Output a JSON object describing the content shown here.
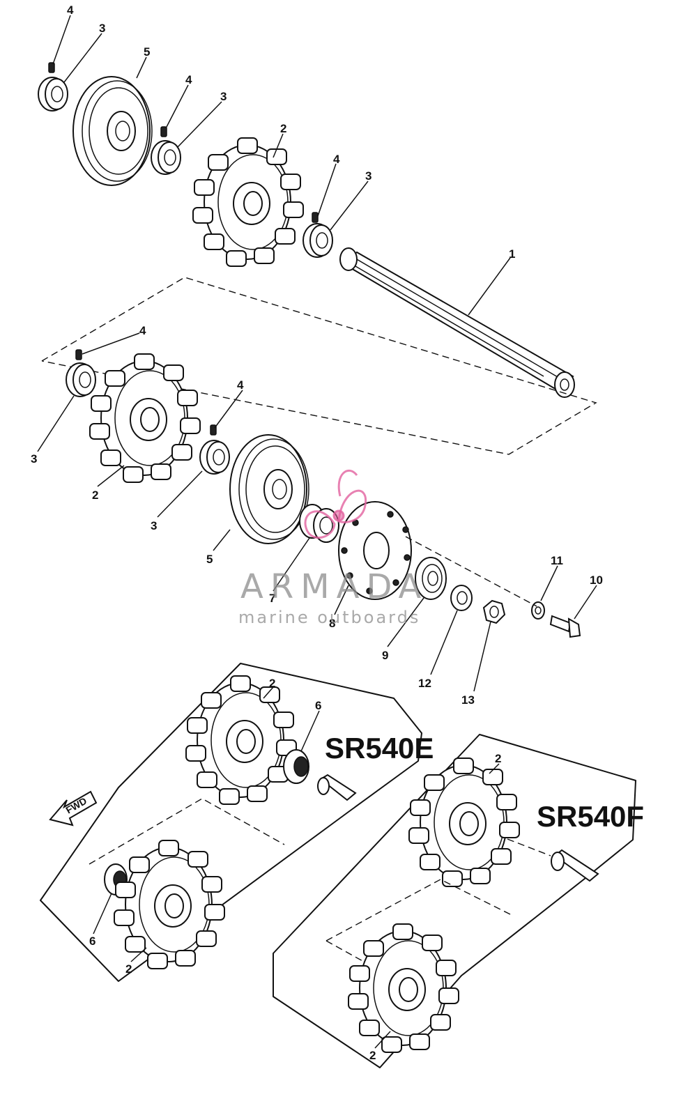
{
  "callouts": [
    {
      "id": "c-4a",
      "label": "4"
    },
    {
      "id": "c-3a",
      "label": "3"
    },
    {
      "id": "c-5a",
      "label": "5"
    },
    {
      "id": "c-4b",
      "label": "4"
    },
    {
      "id": "c-3b",
      "label": "3"
    },
    {
      "id": "c-2a",
      "label": "2"
    },
    {
      "id": "c-4c",
      "label": "4"
    },
    {
      "id": "c-3c",
      "label": "3"
    },
    {
      "id": "c-1",
      "label": "1"
    },
    {
      "id": "c-4d",
      "label": "4"
    },
    {
      "id": "c-3d",
      "label": "3"
    },
    {
      "id": "c-2b",
      "label": "2"
    },
    {
      "id": "c-4e",
      "label": "4"
    },
    {
      "id": "c-3e",
      "label": "3"
    },
    {
      "id": "c-5b",
      "label": "5"
    },
    {
      "id": "c-7",
      "label": "7"
    },
    {
      "id": "c-8",
      "label": "8"
    },
    {
      "id": "c-9",
      "label": "9"
    },
    {
      "id": "c-12",
      "label": "12"
    },
    {
      "id": "c-13",
      "label": "13"
    },
    {
      "id": "c-11",
      "label": "11"
    },
    {
      "id": "c-10",
      "label": "10"
    },
    {
      "id": "c-2c",
      "label": "2"
    },
    {
      "id": "c-6a",
      "label": "6"
    },
    {
      "id": "c-6b",
      "label": "6"
    },
    {
      "id": "c-2d",
      "label": "2"
    },
    {
      "id": "c-2e",
      "label": "2"
    },
    {
      "id": "c-2f",
      "label": "2"
    }
  ],
  "models": {
    "e": "SR540E",
    "f": "SR540F"
  },
  "forward_label": "FWD",
  "watermark": {
    "line1": "ARMADA",
    "line2": "marine outboards",
    "color": "#8c8c8c",
    "accent": "#e2619f"
  }
}
